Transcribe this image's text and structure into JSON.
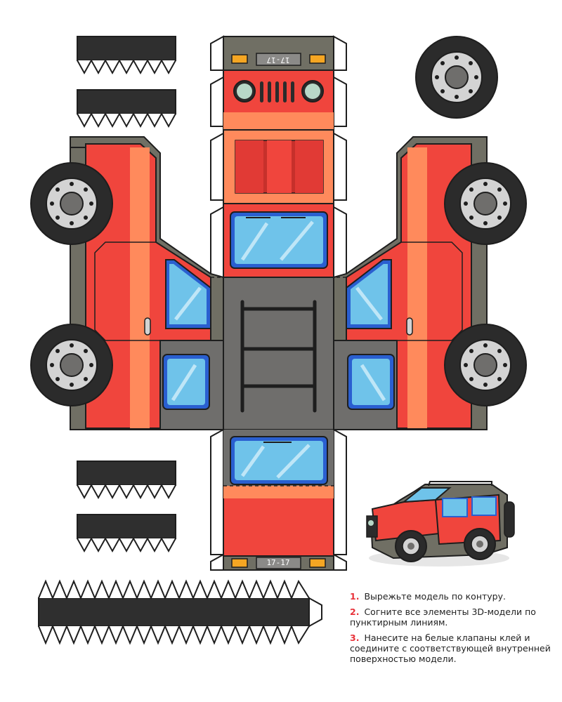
{
  "colors": {
    "body_red": "#f0453d",
    "body_orange": "#ff8a5c",
    "dark_red": "#c6302b",
    "grey": "#6f6e6c",
    "olive_grey": "#706f64",
    "glass_blue": "#6fc3ea",
    "window_frame": "#2a5fd0",
    "tire": "#2b2b2b",
    "hub": "#d3d3d3",
    "plate": "#8b8a88",
    "headlight_yellow": "#f5a623",
    "tab_black": "#2f2f2f",
    "outline": "#1e1e1e"
  },
  "plates": {
    "rear": "17-17",
    "front": "17-17"
  },
  "instructions": [
    {
      "num": "1.",
      "text": "Вырежьте модель по контуру."
    },
    {
      "num": "2.",
      "text": "Согните все элементы 3D-модели по пунктирным линиям."
    },
    {
      "num": "3.",
      "text": "Нанесите на белые клапаны клей и соедините с соответствующей внутренней поверхностью модели."
    }
  ]
}
